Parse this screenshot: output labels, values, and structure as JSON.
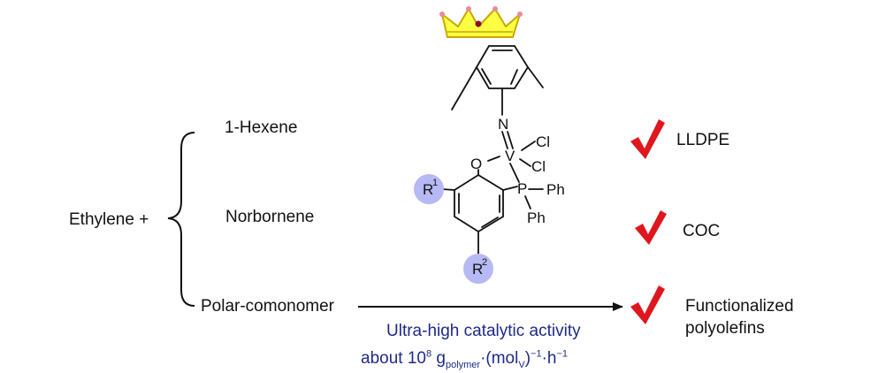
{
  "left": {
    "ethylene": "Ethylene +",
    "comonomers": [
      "1-Hexene",
      "Norbornene",
      "Polar-comonomer"
    ]
  },
  "right": {
    "products": [
      "LLDPE",
      "COC",
      "Functionalized",
      "polyolefins"
    ]
  },
  "activity": {
    "line1": "Ultra-high catalytic activity",
    "about": "about 10",
    "exp8": "8",
    "g": "g",
    "sub_polymer": "polymer",
    "mid": "·(mol",
    "sub_v": "V",
    "close": ")",
    "exp_neg1a": "−1",
    "dot_h": "·h",
    "exp_neg1b": "−1"
  },
  "molecule": {
    "N": "N",
    "V": "V",
    "Cl1": "Cl",
    "Cl2": "Cl",
    "O": "O",
    "P": "P",
    "Ph1": "Ph",
    "Ph2": "Ph",
    "R1": "R",
    "R1_sup": "1",
    "R2": "R",
    "R2_sup": "2"
  },
  "colors": {
    "check": "#e0161e",
    "crown_fill": "#ffff44",
    "crown_stroke": "#c8a800",
    "crown_gem": "#8a1020",
    "r_circle": "#b7b9f4",
    "activity_text": "#1f2a8a"
  }
}
